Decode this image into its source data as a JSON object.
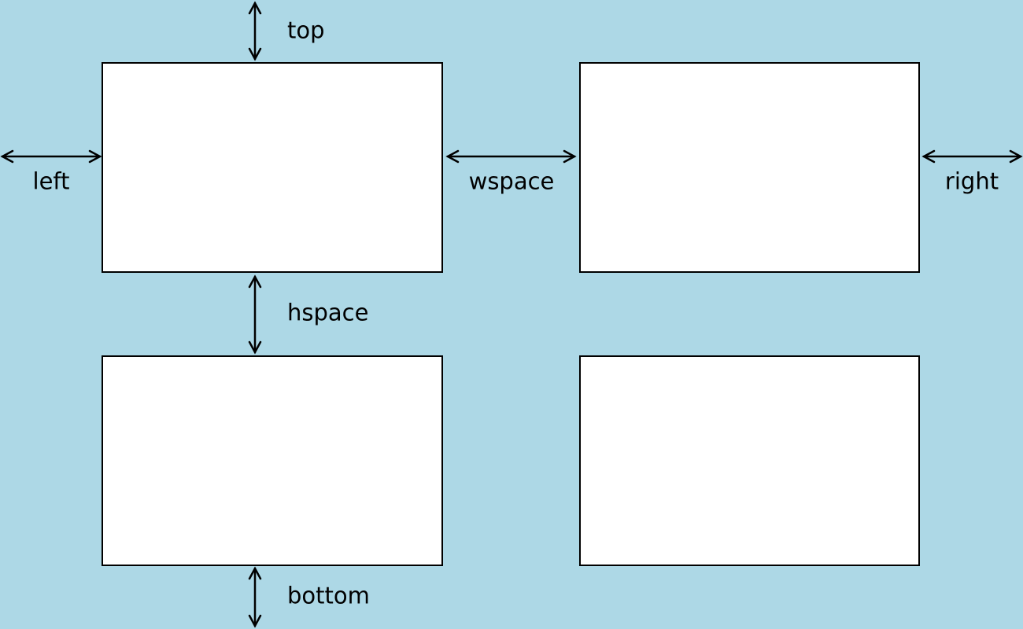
{
  "figure": {
    "description": "matplotlib subplot spacing parameters diagram",
    "colors": {
      "background": "#ADD8E6",
      "axes_face": "#FFFFFF",
      "line": "#000000"
    },
    "labels": {
      "top": "top",
      "bottom": "bottom",
      "left": "left",
      "right": "right",
      "wspace": "wspace",
      "hspace": "hspace"
    }
  }
}
